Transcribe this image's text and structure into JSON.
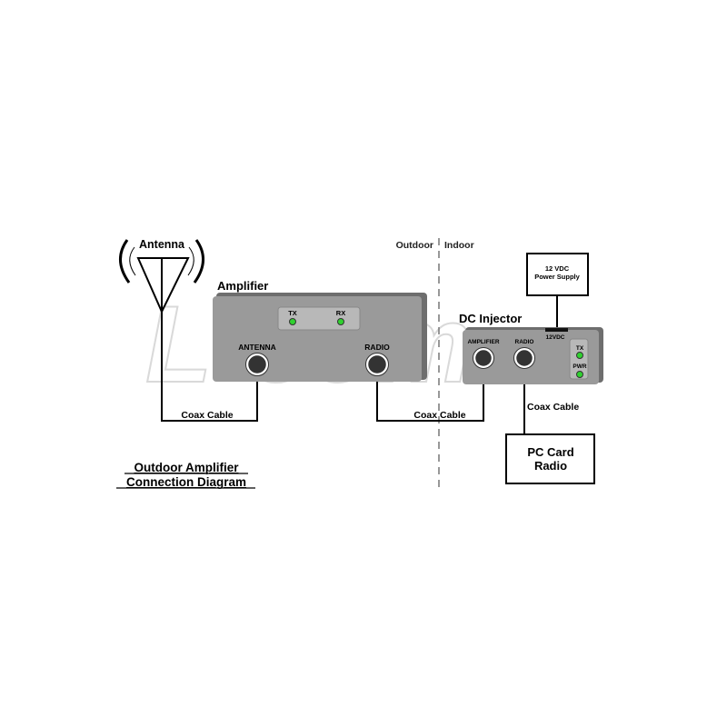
{
  "watermark": "L-com",
  "zones": {
    "outdoor": "Outdoor",
    "indoor": "Indoor"
  },
  "antenna": {
    "label": "Antenna"
  },
  "amplifier": {
    "title": "Amplifier",
    "leds": {
      "tx": "TX",
      "rx": "RX"
    },
    "ports": {
      "antenna": "ANTENNA",
      "radio": "RADIO"
    }
  },
  "cables": {
    "c1": "Coax Cable",
    "c2": "Coax Cable",
    "c3": "Coax Cable"
  },
  "power_supply": {
    "line1": "12 VDC",
    "line2": "Power Supply"
  },
  "dc_injector": {
    "title": "DC Injector",
    "dc_label": "12VDC",
    "ports": {
      "amplifier": "AMPLIFIER",
      "radio": "RADIO"
    },
    "leds": {
      "tx": "TX",
      "pwr": "PWR"
    }
  },
  "pc_card": {
    "line1": "PC Card",
    "line2": "Radio"
  },
  "caption": {
    "line1": "Outdoor Amplifier",
    "line2": "Connection Diagram"
  },
  "colors": {
    "device": "#9a9a9a",
    "device_shadow": "#6e6e6e",
    "led": "#2fd12f",
    "panel": "#b8b8b8"
  }
}
